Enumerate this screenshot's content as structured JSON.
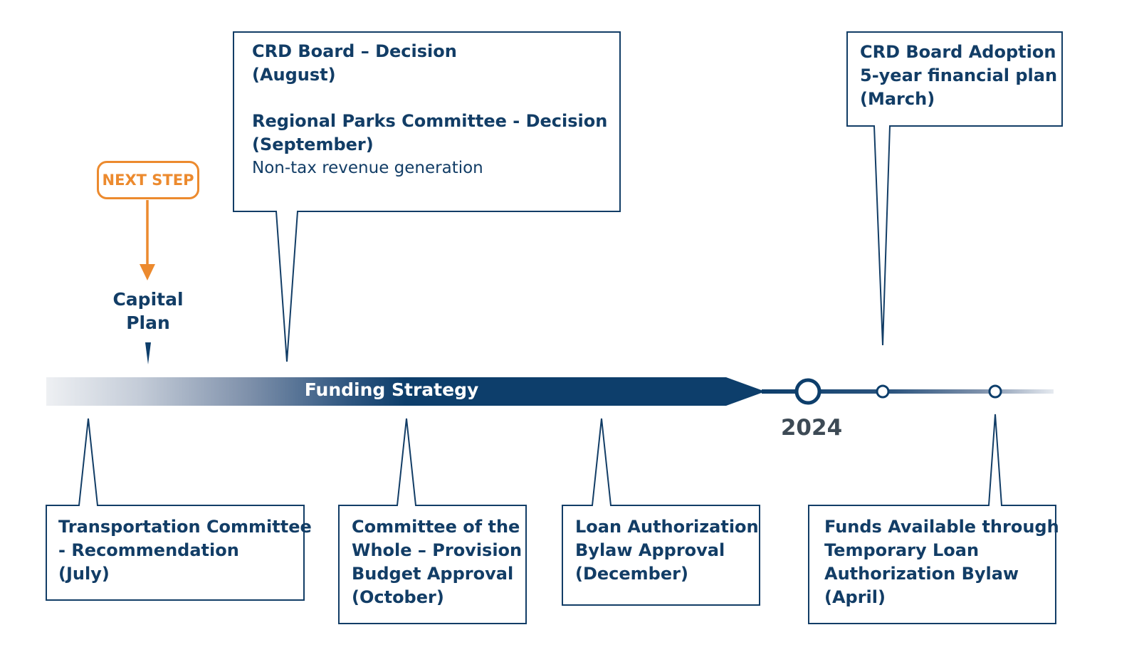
{
  "top_callouts": [
    {
      "lines": [
        {
          "text": "CRD Board – Decision",
          "weight": "bold"
        },
        {
          "text": "(August)",
          "weight": "bold"
        },
        {
          "text": "",
          "weight": "gap"
        },
        {
          "text": "Regional Parks Committee - Decision",
          "weight": "bold"
        },
        {
          "text": "(September)",
          "weight": "bold"
        },
        {
          "text": "Non-tax revenue generation",
          "weight": "normal"
        }
      ]
    },
    {
      "lines": [
        {
          "text": "CRD Board Adoption",
          "weight": "bold"
        },
        {
          "text": "5-year financial plan",
          "weight": "bold"
        },
        {
          "text": "(March)",
          "weight": "bold"
        }
      ]
    }
  ],
  "bottom_callouts": [
    {
      "lines": [
        {
          "text": "Transportation Committee",
          "weight": "bold"
        },
        {
          "text": "- Recommendation",
          "weight": "bold"
        },
        {
          "text": "(July)",
          "weight": "bold"
        }
      ]
    },
    {
      "lines": [
        {
          "text": "Committee of the",
          "weight": "bold"
        },
        {
          "text": "Whole – Provision",
          "weight": "bold"
        },
        {
          "text": "Budget Approval",
          "weight": "bold"
        },
        {
          "text": "(October)",
          "weight": "bold"
        }
      ]
    },
    {
      "lines": [
        {
          "text": "Loan Authorization",
          "weight": "bold"
        },
        {
          "text": "Bylaw Approval",
          "weight": "bold"
        },
        {
          "text": "(December)",
          "weight": "bold"
        }
      ]
    },
    {
      "lines": [
        {
          "text": "Funds Available through",
          "weight": "bold"
        },
        {
          "text": "Temporary Loan",
          "weight": "bold"
        },
        {
          "text": "Authorization Bylaw",
          "weight": "bold"
        },
        {
          "text": "(April)",
          "weight": "bold"
        }
      ]
    }
  ],
  "next_step": {
    "label": "NEXT STEP"
  },
  "capital_plan": {
    "lines": [
      "Capital",
      "Plan"
    ]
  },
  "timeline": {
    "label": "Funding Strategy",
    "year": "2024"
  },
  "colors": {
    "navy": "#0d3e6b",
    "box_border": "#123d66",
    "text": "#123d66",
    "accent": "#ec8a2e",
    "year": "#3d4a55"
  }
}
